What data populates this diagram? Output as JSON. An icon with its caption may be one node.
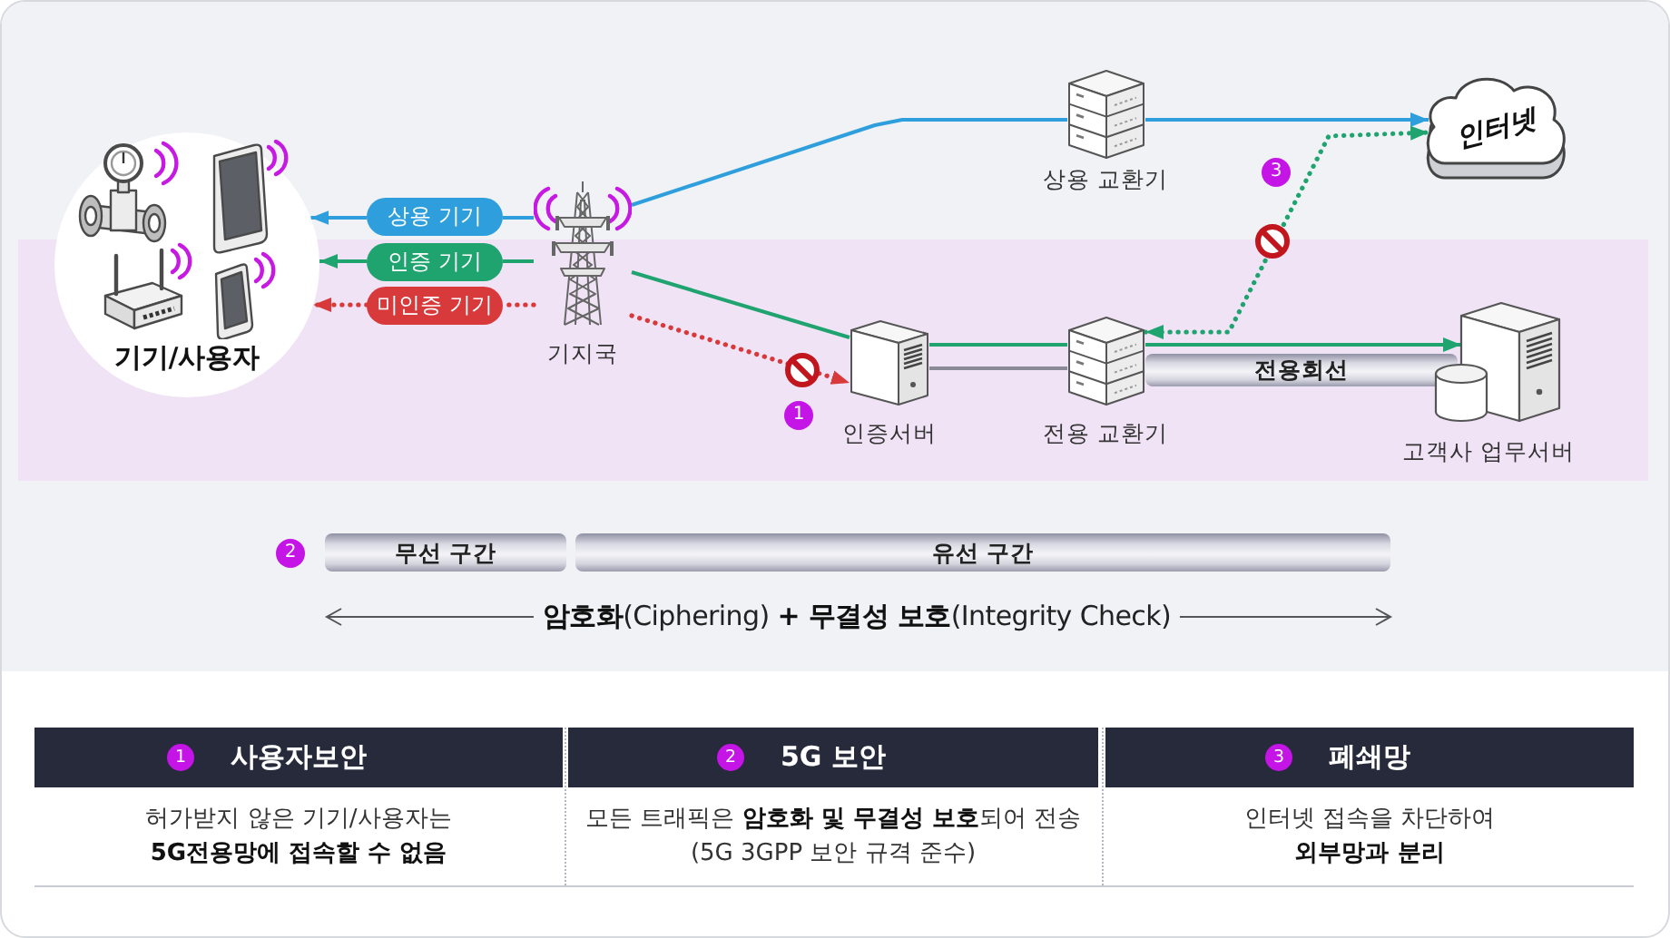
{
  "diagram": {
    "nodes": [
      {
        "text": [
          "기기/사용자"
        ]
      },
      {
        "text": [
          "상용 기기"
        ]
      },
      {
        "text": [
          "인증 기기"
        ]
      },
      {
        "text": [
          "미인증 기기"
        ]
      },
      {
        "text": [
          "기지국"
        ]
      },
      {
        "text": [
          "상용 교환기"
        ]
      },
      {
        "text": [
          "인터넷"
        ]
      },
      {
        "text": [
          "인증서버"
        ]
      },
      {
        "text": [
          "전용 교환기"
        ]
      },
      {
        "text": [
          "전용회선"
        ]
      },
      {
        "text": [
          "고객사 업무서버"
        ]
      },
      {
        "text": [
          "무선 구간"
        ]
      },
      {
        "text": [
          "유선 구간"
        ]
      }
    ],
    "edges": [
      {
        "from": 1,
        "to": 0,
        "arrow": "to",
        "color": "#2e9fdc"
      },
      {
        "from": 2,
        "to": 0,
        "arrow": "to",
        "color": "#1fa36f"
      },
      {
        "from": 3,
        "to": 0,
        "arrow": "to",
        "style": "dashed",
        "color": "#d83a3b"
      },
      {
        "from": 4,
        "to": 1,
        "arrow": "none",
        "color": "#2e9fdc"
      },
      {
        "from": 4,
        "to": 2,
        "arrow": "none",
        "color": "#1fa36f"
      },
      {
        "from": 4,
        "to": 3,
        "arrow": "none",
        "style": "dashed",
        "color": "#d83a3b"
      },
      {
        "from": 4,
        "to": 5,
        "arrow": "none",
        "color": "#2e9fdc"
      },
      {
        "from": 5,
        "to": 6,
        "arrow": "to",
        "color": "#2e9fdc"
      },
      {
        "from": 4,
        "to": 7,
        "arrow": "none",
        "color": "#1fa36f"
      },
      {
        "from": 4,
        "to": 7,
        "arrow": "to",
        "style": "dashed",
        "color": "#d83a3b"
      },
      {
        "from": 7,
        "to": 8,
        "arrow": "none",
        "color": "#1fa36f"
      },
      {
        "from": 7,
        "to": 8,
        "arrow": "none",
        "color": "#8a8a96"
      },
      {
        "from": 8,
        "to": 10,
        "arrow": "to",
        "color": "#1fa36f"
      },
      {
        "from": 8,
        "to": 6,
        "arrow": "both",
        "style": "dashed",
        "color": "#1fa36f"
      }
    ],
    "labels": [
      "3",
      "1",
      "2",
      "**암호화**(Ciphering) **+ 무결성 보호**(Integrity Check)",
      "1",
      "사용자보안",
      "2",
      "5G 보안",
      "3",
      "폐쇄망",
      "허가받지 않은 기기/사용자는 **5G전용망에 접속할 수 없음**",
      "모든 트래픽은 **암호화 및 무결성 보호**되어 전송 (5G 3GPP 보안 규격 준수)",
      "인터넷 접속을 차단하여 **외부망과 분리**"
    ]
  }
}
